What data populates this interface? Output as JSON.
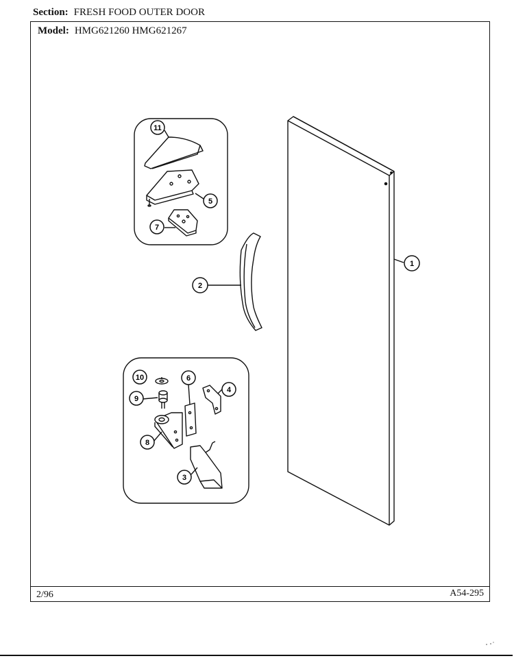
{
  "header": {
    "section_label": "Section:",
    "section_value": "FRESH FOOD OUTER DOOR",
    "model_label": "Model:",
    "model_value": "HMG621260 HMG621267"
  },
  "footer": {
    "date": "2/96",
    "code": "A54-295"
  },
  "callouts": [
    {
      "id": "callout-1",
      "label": "1"
    },
    {
      "id": "callout-2",
      "label": "2"
    },
    {
      "id": "callout-3",
      "label": "3"
    },
    {
      "id": "callout-4",
      "label": "4"
    },
    {
      "id": "callout-5",
      "label": "5"
    },
    {
      "id": "callout-6",
      "label": "6"
    },
    {
      "id": "callout-7",
      "label": "7"
    },
    {
      "id": "callout-8",
      "label": "8"
    },
    {
      "id": "callout-9",
      "label": "9"
    },
    {
      "id": "callout-10",
      "label": "10"
    },
    {
      "id": "callout-11",
      "label": "11"
    }
  ]
}
